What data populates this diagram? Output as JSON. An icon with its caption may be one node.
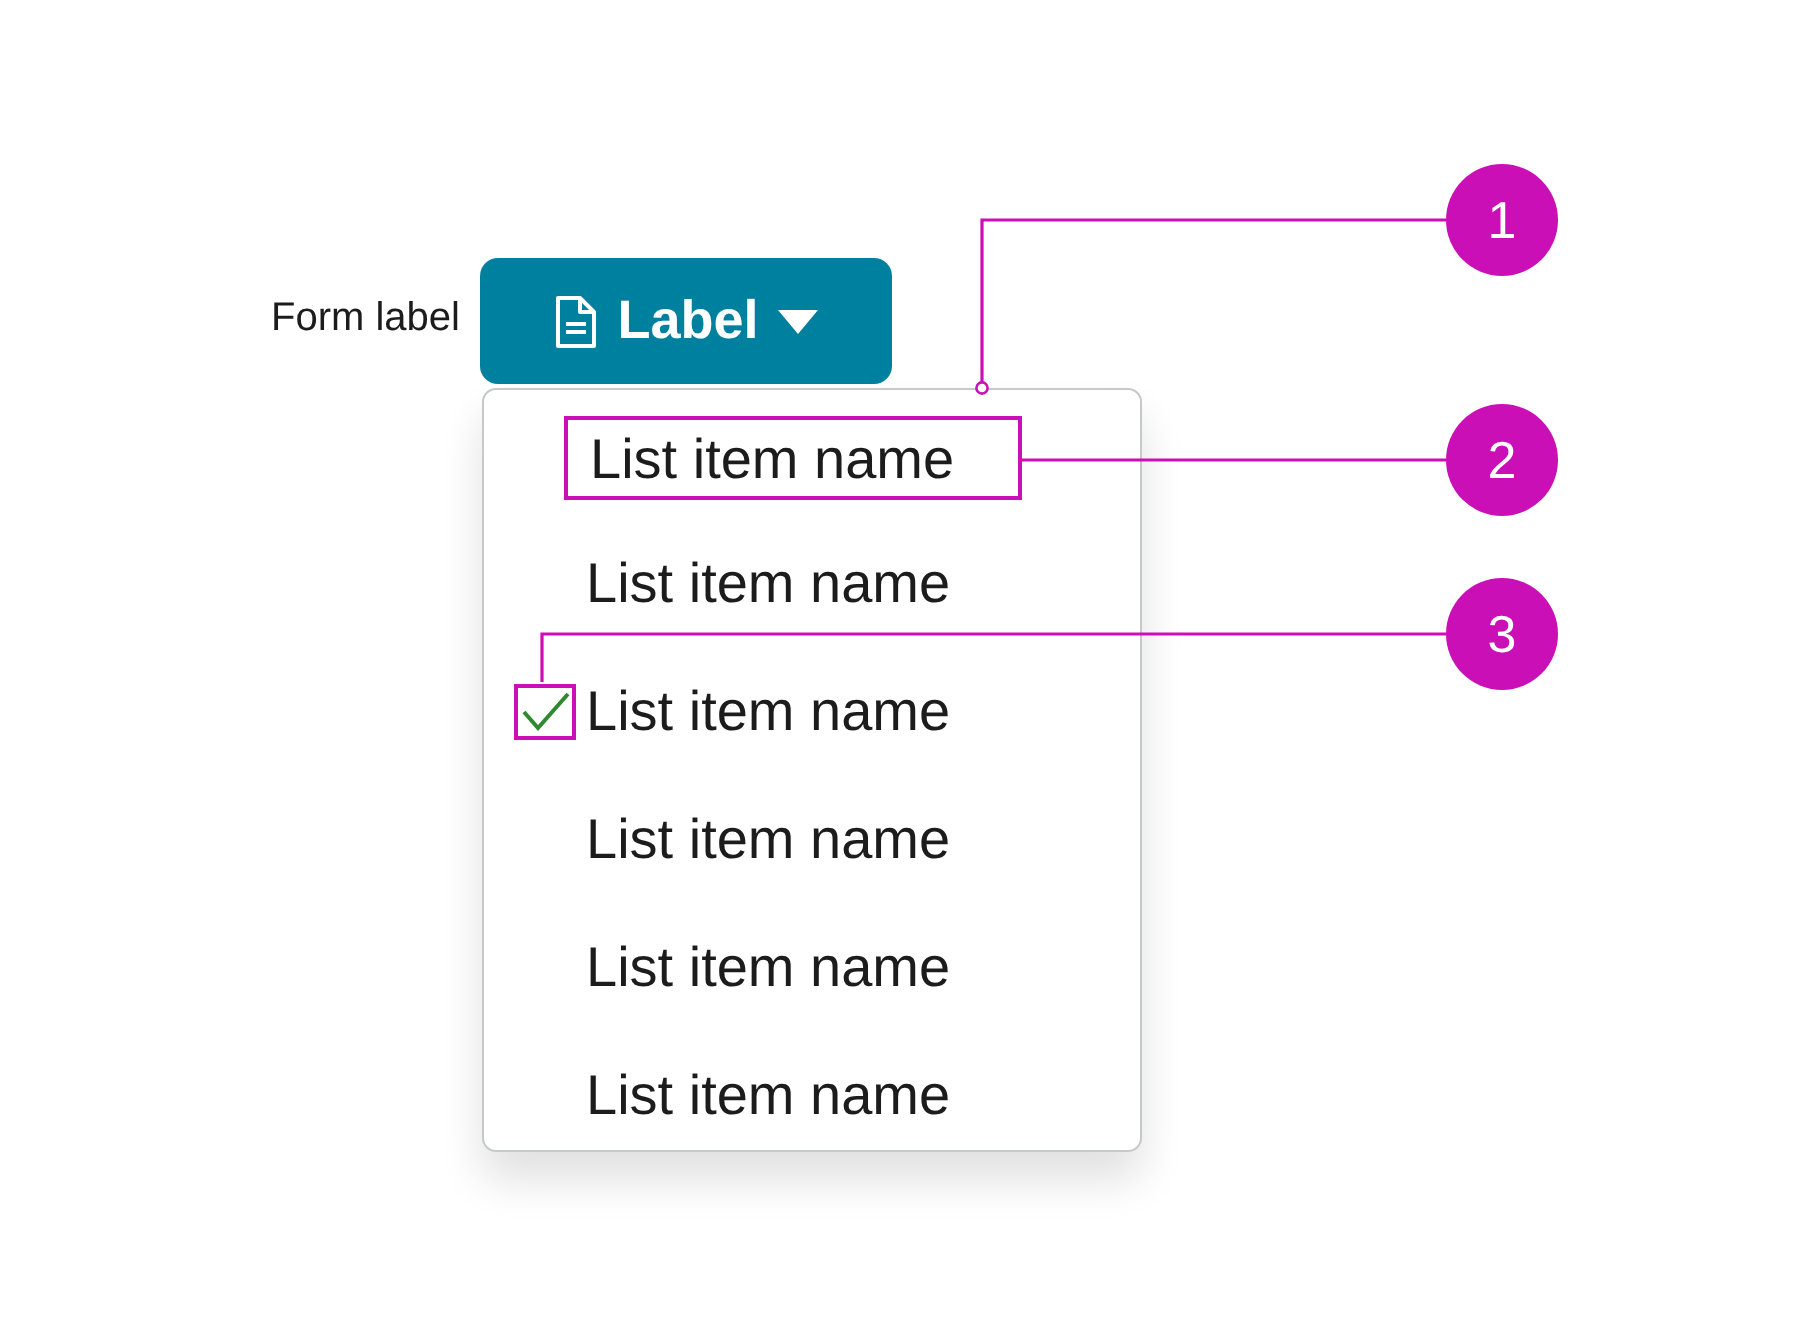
{
  "diagram": {
    "nodes": [
      {
        "text": [
          "Label"
        ]
      },
      {
        "text": [],
        "shape": "box"
      },
      {
        "text": [
          "List item name"
        ],
        "in": 1
      },
      {
        "text": [
          "List item name"
        ],
        "in": 1
      },
      {
        "text": [
          "List item name"
        ],
        "in": 1
      },
      {
        "text": [
          "List item name"
        ],
        "in": 1
      },
      {
        "text": [
          "List item name"
        ],
        "in": 1
      },
      {
        "text": [
          "List item name"
        ],
        "in": 1
      },
      {
        "text": [],
        "shape": "picture",
        "in": 1
      },
      {
        "text": [
          "1"
        ]
      },
      {
        "text": [
          "2"
        ]
      },
      {
        "text": [
          "3"
        ]
      }
    ],
    "edges": [
      {
        "from": 9,
        "to": 1,
        "arrow": "other"
      },
      {
        "from": 10,
        "to": 2,
        "arrow": "none"
      },
      {
        "from": 11,
        "to": 8,
        "arrow": "none"
      }
    ],
    "labels": [
      "Form label"
    ]
  }
}
